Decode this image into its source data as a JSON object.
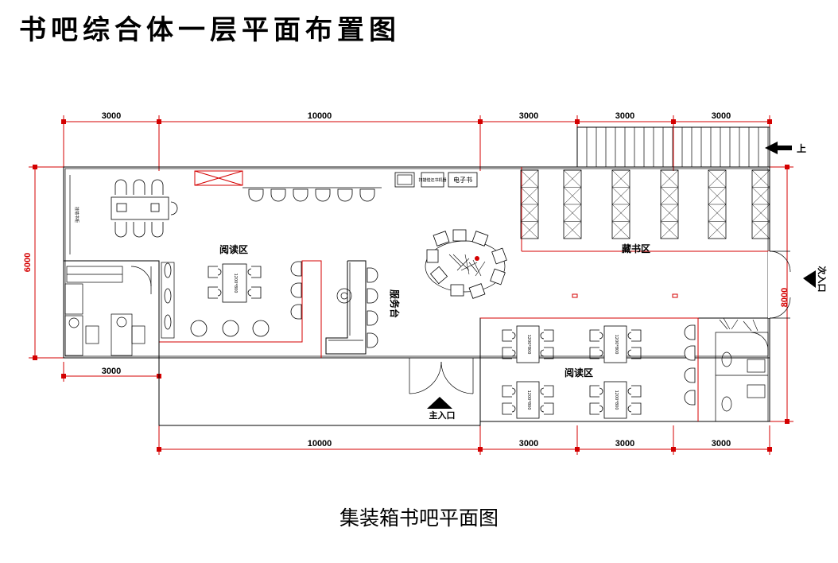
{
  "title": "书吧综合体一层平面布置图",
  "caption": "集装箱书吧平面图",
  "top_dimensions": [
    "3000",
    "10000",
    "3000",
    "3000",
    "3000"
  ],
  "bottom_dimensions": [
    "3000",
    "10000",
    "3000",
    "3000",
    "3000"
  ],
  "side_dimensions": {
    "left": "6000",
    "right": "8000"
  },
  "rooms": {
    "reading_area_left": "阅读区",
    "reading_area_right": "阅读区",
    "book_storage": "藏书区",
    "service_desk": "服务台"
  },
  "entrances": {
    "main": "主入口",
    "side": "次入口",
    "stairs": "上"
  },
  "fixtures": {
    "ebook": "电子书",
    "ebook_reader": "扫描借还书机器",
    "table_size_left": "1200*800",
    "table_size_right": "1200*800",
    "wall_cabinet": "挂墙书柜"
  }
}
